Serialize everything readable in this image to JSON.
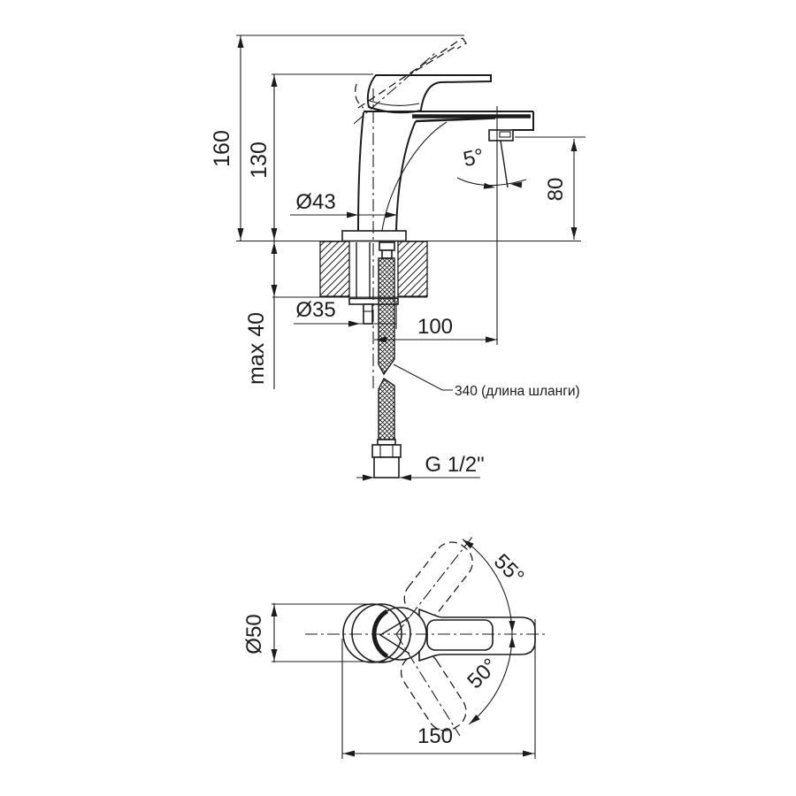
{
  "colors": {
    "background": "#ffffff",
    "line": "#1c1c1c"
  },
  "side_view": {
    "dims": {
      "total_height": "160",
      "height_to_aerator": "130",
      "body_diameter": "Ø43",
      "stream_angle": "5°",
      "spout_height": "80",
      "mount_thickness": "max 40",
      "hole_diameter": "Ø35",
      "spout_reach": "100",
      "hose_length_note": "340 (длина шланги)",
      "connection_thread": "G 1/2\""
    }
  },
  "top_view": {
    "dims": {
      "body_diameter": "Ø50",
      "swing_angle_up": "55°",
      "swing_angle_down": "50°",
      "total_length": "150"
    }
  }
}
